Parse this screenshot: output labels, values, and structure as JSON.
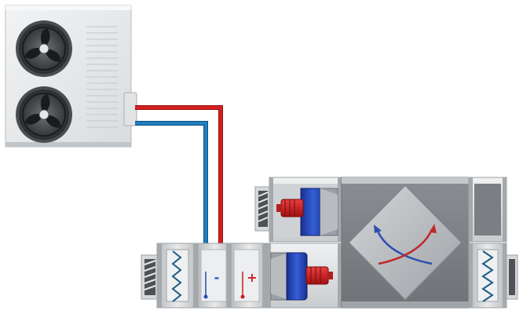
{
  "diagram": {
    "outdoor_unit": {
      "fan_count": 2,
      "icon": "fan-icon"
    },
    "pipes": [
      {
        "role": "hot-line",
        "color": "#d42020"
      },
      {
        "role": "cold-line",
        "color": "#1f7ec0"
      }
    ],
    "ahu": {
      "sections": [
        {
          "id": "intake-louver",
          "icon": "louver-icon"
        },
        {
          "id": "supply-filter",
          "icon": "filter-icon"
        },
        {
          "id": "cooling-coil",
          "sign": "-",
          "sign_color": "#2050d0"
        },
        {
          "id": "heating-coil",
          "sign": "+",
          "sign_color": "#d42020"
        },
        {
          "id": "supply-fan",
          "icon": "centrifugal-fan-icon"
        },
        {
          "id": "exhaust-fan",
          "icon": "centrifugal-fan-icon"
        },
        {
          "id": "heat-exchanger",
          "icon": "cross-flow-exchanger-icon"
        },
        {
          "id": "return-filter",
          "icon": "filter-icon"
        },
        {
          "id": "exhaust-louver",
          "icon": "louver-icon"
        }
      ]
    },
    "colors": {
      "casing_light": "#e6e8ea",
      "casing_mid": "#c6c9cc",
      "casing_dark": "#8e9296",
      "motor": "#d42020",
      "fan_housing": "#1f3fb0",
      "exchanger_face": "#b4b8bc",
      "arrow_hot": "#c0282a",
      "arrow_cold": "#2a4fb0"
    }
  }
}
